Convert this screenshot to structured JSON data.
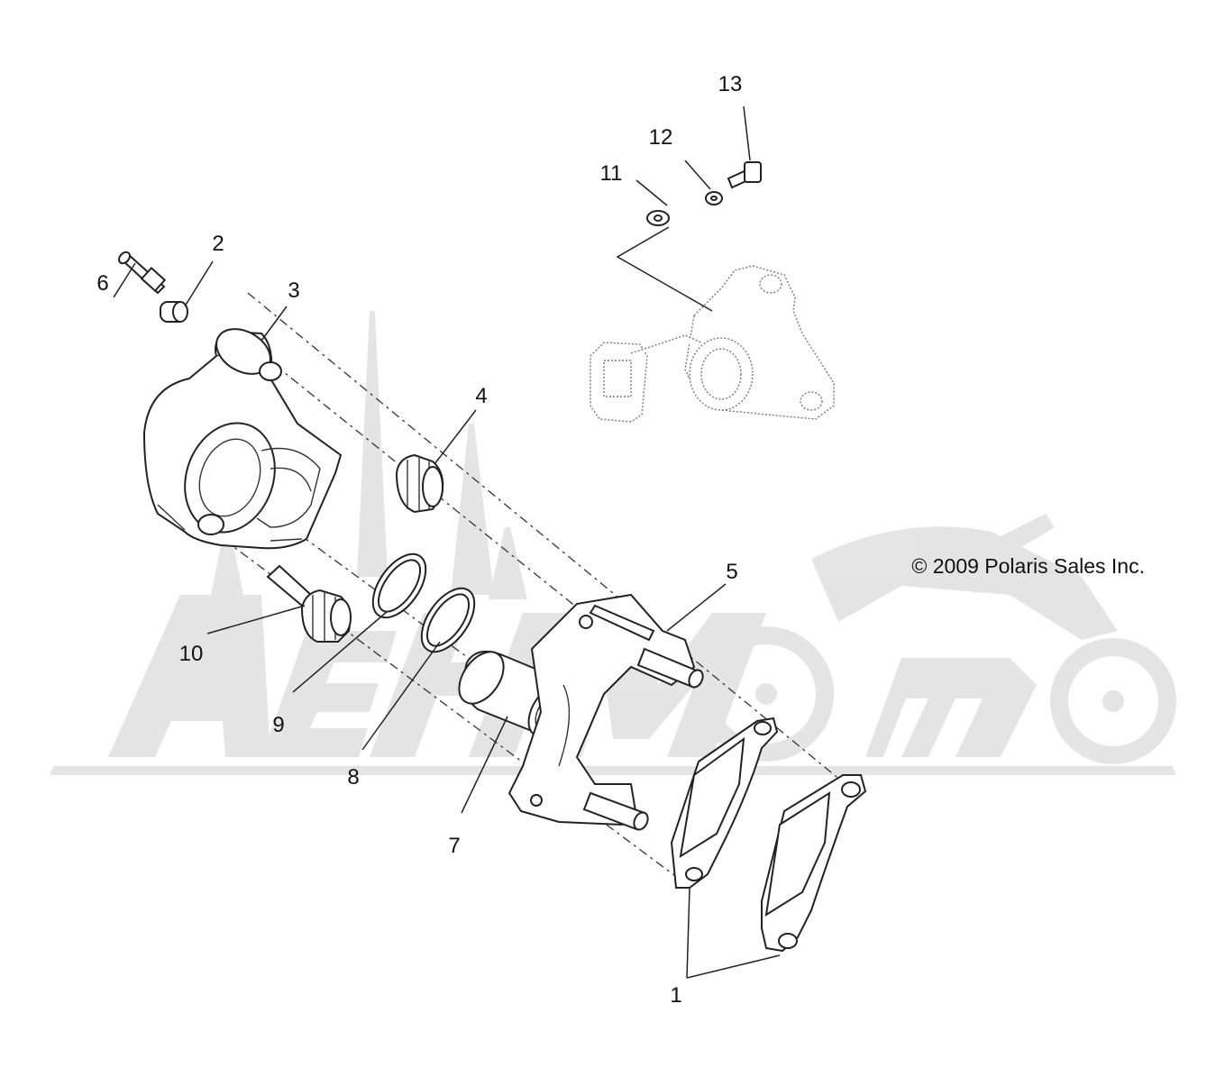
{
  "diagram": {
    "copyright": "© 2009 Polaris Sales Inc.",
    "watermark_text": "AeHMoto",
    "callouts": {
      "c1": "1",
      "c2": "2",
      "c3": "3",
      "c4": "4",
      "c5": "5",
      "c6": "6",
      "c7": "7",
      "c8": "8",
      "c9": "9",
      "c10": "10",
      "c11": "11",
      "c12": "12",
      "c13": "13"
    }
  }
}
